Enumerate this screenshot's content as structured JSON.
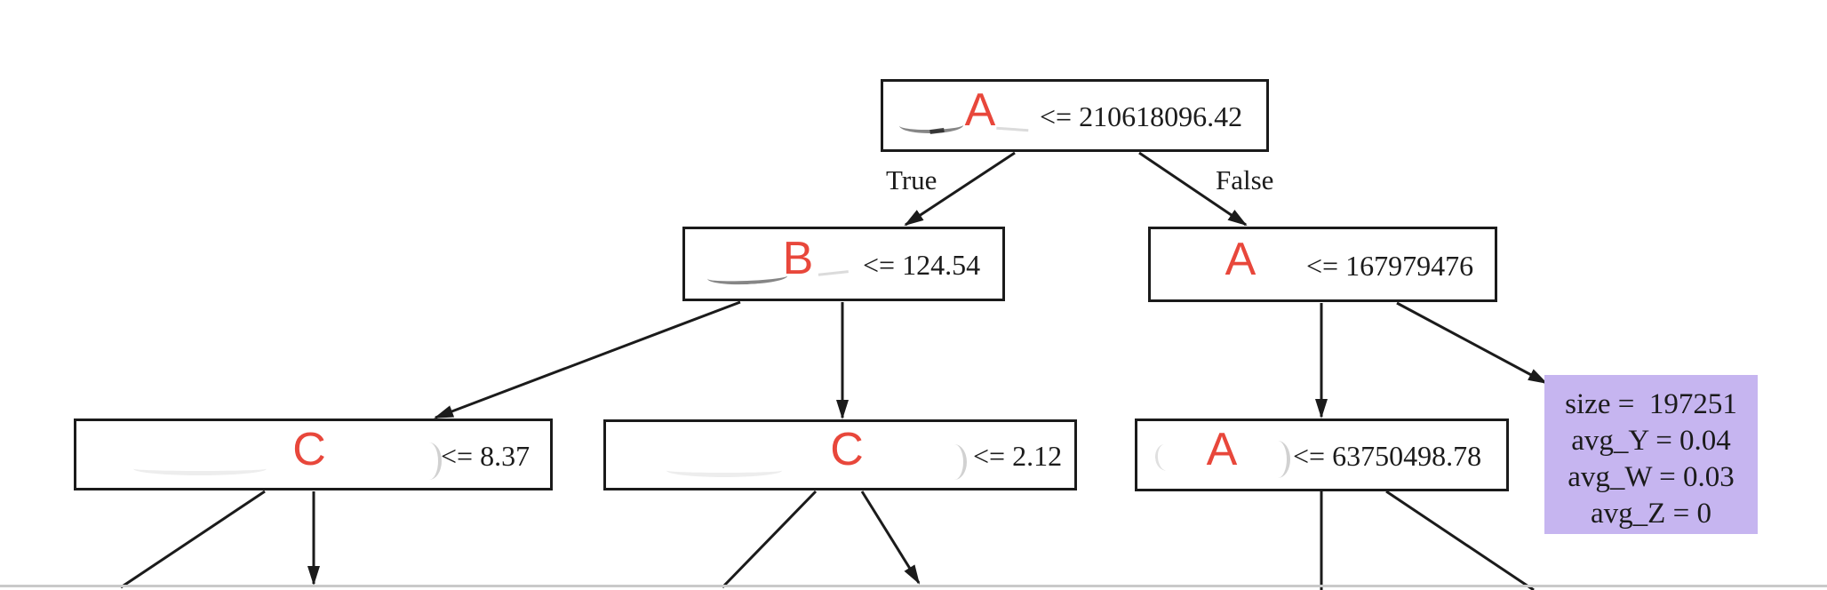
{
  "diagram": {
    "type": "decision-tree",
    "edge_labels": {
      "true_label": "True",
      "false_label": "False"
    },
    "nodes": {
      "root": {
        "letter": "A",
        "condition": "<= 210618096.42"
      },
      "level2_left": {
        "letter": "B",
        "condition": "<= 124.54"
      },
      "level2_right": {
        "letter": "A",
        "condition": "<= 167979476"
      },
      "level3_left": {
        "letter": "C",
        "condition": "<= 8.37"
      },
      "level3_middle": {
        "letter": "C",
        "condition": "<= 2.12"
      },
      "level3_right": {
        "letter": "A",
        "condition": "<= 63750498.78"
      }
    },
    "leaf": {
      "lines": [
        "size =  197251",
        "avg_Y = 0.04",
        "avg_W = 0.03",
        "avg_Z = 0"
      ]
    },
    "colors": {
      "redacted_letter": "#e8473b",
      "leaf_fill": "#c6b5f0",
      "edge": "#1b1b1b",
      "divider": "#c9c9c9"
    }
  }
}
